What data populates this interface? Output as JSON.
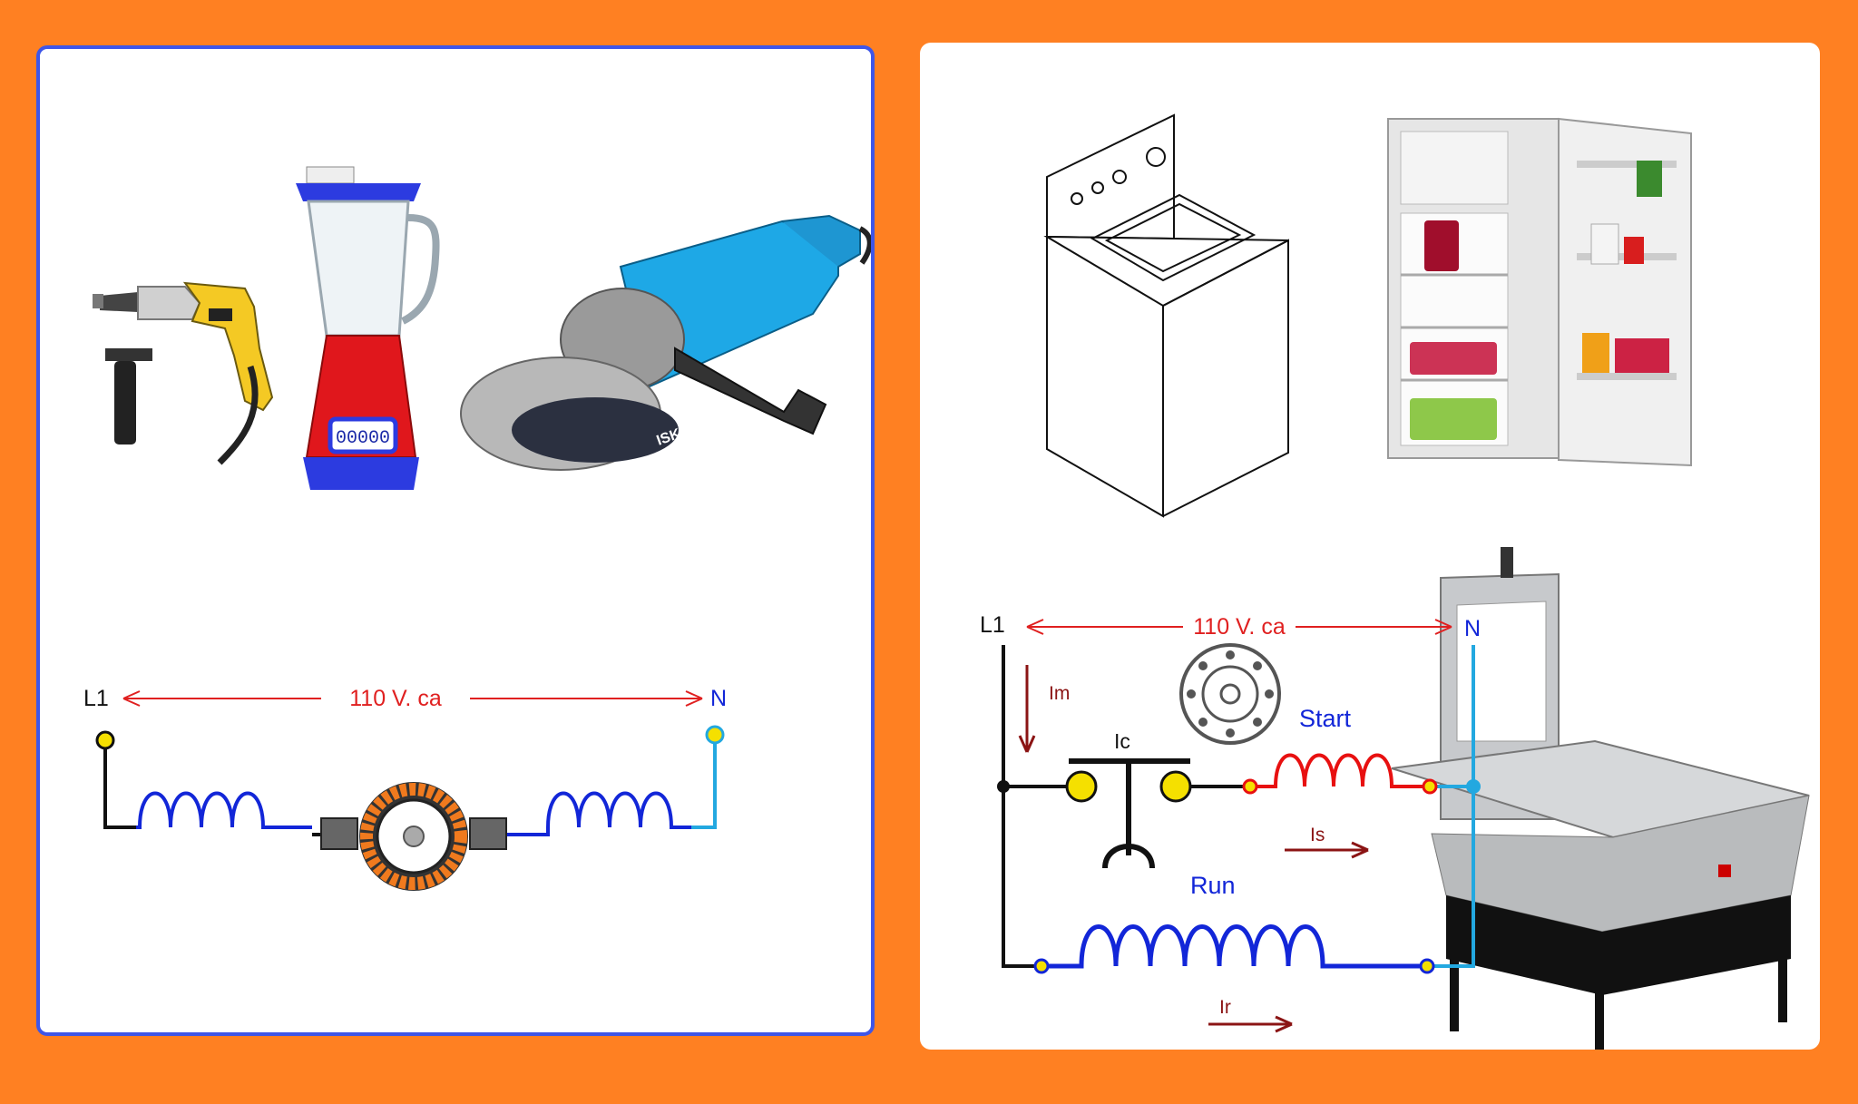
{
  "left_panel": {
    "appliances": [
      "electric-drill",
      "blender",
      "angle-grinder"
    ],
    "blender_display": "00000",
    "grinder_brand": "ISKRA",
    "circuit": {
      "line_label": "L1",
      "neutral_label": "N",
      "voltage_label": "110 V. ca"
    }
  },
  "right_panel": {
    "appliances": [
      "washing-machine",
      "refrigerator",
      "band-saw"
    ],
    "circuit": {
      "line_label": "L1",
      "neutral_label": "N",
      "voltage_label": "110 V. ca",
      "current_main": "Im",
      "current_centrifugal": "Ic",
      "start_label": "Start",
      "current_start": "Is",
      "run_label": "Run",
      "current_run": "Ir"
    }
  },
  "colors": {
    "background": "#FF8022",
    "panel_border": "#3E56E8",
    "voltage_arrow": "#E02020",
    "coil_blue": "#1226D8",
    "coil_red": "#E81010",
    "neutral_wire": "#23A8E0",
    "terminal_yellow": "#F5E000",
    "current_arrow": "#8B1414",
    "rotor_orange": "#F07A1E"
  }
}
